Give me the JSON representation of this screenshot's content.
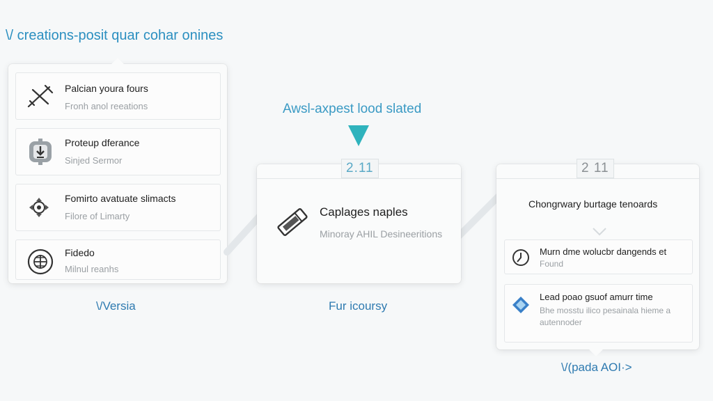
{
  "header": {
    "title": "\\/ creations-posit quar cohar onines"
  },
  "left_panel": {
    "items": [
      {
        "title": "Palcian youra fours",
        "subtitle": "Fronh anol reeations",
        "icon": "drafting-tool-icon"
      },
      {
        "title": "Proteup dferance",
        "subtitle": "Sinjed Sermor",
        "icon": "gear-download-icon"
      },
      {
        "title": "Fomirto avatuate slimacts",
        "subtitle": "Filore of Limarty",
        "icon": "compass-arrows-icon"
      },
      {
        "title": "Fidedo",
        "subtitle": "Milnul reanhs",
        "icon": "globe-icon"
      }
    ],
    "caption": "\\/Versia"
  },
  "middle": {
    "label": "Awsl-axpest lood slated",
    "badge": "2.11",
    "card_title": "Caplages naples",
    "card_subtitle": "Minoray AHIL Desineeritions",
    "icon": "pencil-ruler-icon",
    "caption": "Fur icoursy"
  },
  "right_panel": {
    "badge": "2 11",
    "heading": "Chongrwary burtage tenoards",
    "items": [
      {
        "title": "Murn dme wolucbr dangends et",
        "subtitle": "Found",
        "icon": "clock-icon"
      },
      {
        "title": "Lead poao gsuof amurr time",
        "subtitle": "Bhe mosstu ilico pesainala hieme a autennoder",
        "icon": "diamond-icon"
      }
    ],
    "caption": "\\/(pada AOI·>"
  },
  "colors": {
    "accent": "#3a9ac4",
    "arrow": "#2fb3bd"
  }
}
